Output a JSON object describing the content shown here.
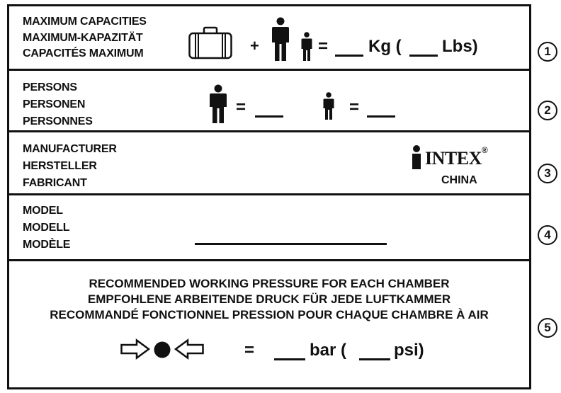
{
  "sections": [
    {
      "number": "1",
      "labels": [
        "MAXIMUM CAPACITIES",
        "MAXIMUM-KAPAZITÄT",
        "CAPACITÉS MAXIMUM"
      ],
      "plus": "+",
      "equals": "=",
      "unit_kg": "Kg (",
      "unit_lbs": "Lbs)"
    },
    {
      "number": "2",
      "labels": [
        "PERSONS",
        "PERSONEN",
        "PERSONNES"
      ],
      "equals_adult": "=",
      "equals_child": "="
    },
    {
      "number": "3",
      "labels": [
        "MANUFACTURER",
        "HERSTELLER",
        "FABRICANT"
      ],
      "brand": "INTEX",
      "brand_mark": "®",
      "country": "CHINA"
    },
    {
      "number": "4",
      "labels": [
        "MODEL",
        "MODELL",
        "MODÈLE"
      ]
    },
    {
      "number": "5",
      "lines": [
        "RECOMMENDED WORKING PRESSURE FOR EACH CHAMBER",
        "EMPFOHLENE ARBEITENDE DRUCK FÜR JEDE LUFTKAMMER",
        "RECOMMANDÉ FONCTIONNEL PRESSION POUR CHAQUE CHAMBRE À AIR"
      ],
      "equals": "=",
      "unit_bar": "bar (",
      "unit_psi": "psi)"
    }
  ]
}
